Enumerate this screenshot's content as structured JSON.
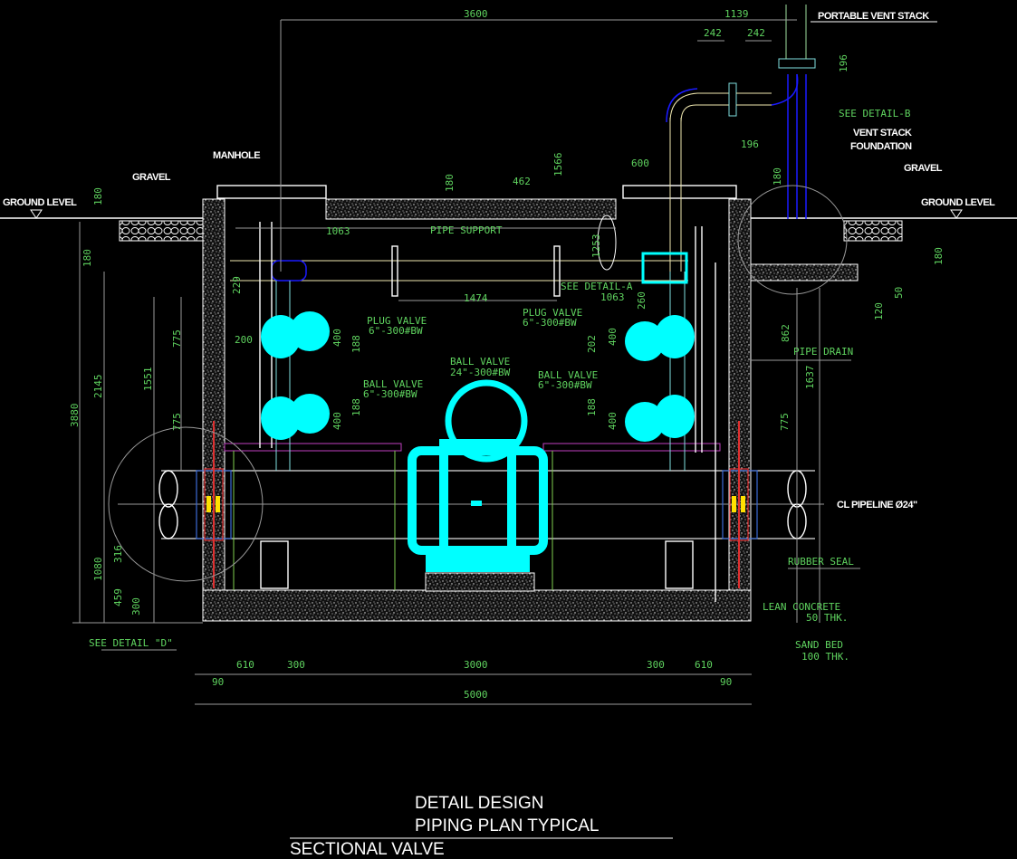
{
  "drawing": {
    "title_block": {
      "line1": "DETAIL DESIGN",
      "line2": "PIPING PLAN TYPICAL",
      "line3": "SECTIONAL VALVE"
    },
    "labels": {
      "portable_vent_stack": "PORTABLE VENT STACK",
      "manhole": "MANHOLE",
      "gravel_left": "GRAVEL",
      "gravel_right": "GRAVEL",
      "ground_level_left": "GROUND LEVEL",
      "ground_level_right": "GROUND LEVEL",
      "vent_stack_foundation_1": "VENT STACK",
      "vent_stack_foundation_2": "FOUNDATION",
      "see_detail_b": "SEE DETAIL-B",
      "see_detail_a": "SEE DETAIL-A",
      "see_detail_d": "SEE DETAIL \"D\"",
      "pipe_support": "PIPE SUPPORT",
      "pipe_drain": "PIPE DRAIN",
      "pipeline": "PIPELINE Ø24\"",
      "centerline": "CL",
      "rubber_seal": "RUBBER SEAL",
      "lean_concrete_1": "LEAN CONCRETE",
      "lean_concrete_2": "50 THK.",
      "sand_bed_1": "SAND BED",
      "sand_bed_2": "100 THK."
    },
    "valves": {
      "plug_left_1": "PLUG VALVE",
      "plug_left_2": "6\"-300#BW",
      "ball_left_1": "BALL VALVE",
      "ball_left_2": "6\"-300#BW",
      "ball_main_1": "BALL VALVE",
      "ball_main_2": "24\"-300#BW",
      "plug_right_1": "PLUG VALVE",
      "plug_right_2": "6\"-300#BW",
      "ball_right_1": "BALL VALVE",
      "ball_right_2": "6\"-300#BW"
    },
    "dimensions": {
      "top_3600": "3600",
      "top_1139": "1139",
      "vent_242a": "242",
      "vent_242b": "242",
      "vent_196v": "196",
      "vent_196h": "196",
      "d_600": "600",
      "d_1566": "1566",
      "d_462": "462",
      "d_180_top": "180",
      "d_180_gl_left": "180",
      "d_180_left": "180",
      "d_180_vent": "180",
      "d_180_right": "180",
      "d_1063_left": "1063",
      "d_1063_right": "1063",
      "d_1253": "1253",
      "d_1474": "1474",
      "d_229": "229",
      "d_260": "260",
      "d_200": "200",
      "d_400_a": "400",
      "d_400_b": "400",
      "d_400_c": "400",
      "d_400_d": "400",
      "d_188_a": "188",
      "d_188_b": "188",
      "d_188_c": "188",
      "d_202": "202",
      "d_775_a": "775",
      "d_775_b": "775",
      "d_775_c": "775",
      "d_1551": "1551",
      "d_2145": "2145",
      "d_3880": "3880",
      "d_1080": "1080",
      "d_316": "316",
      "d_459": "459",
      "d_300_v": "300",
      "d_862": "862",
      "d_1637": "1637",
      "d_120": "120",
      "d_50": "50",
      "b_610_l": "610",
      "b_300_l": "300",
      "b_3000": "3000",
      "b_300_r": "300",
      "b_610_r": "610",
      "b_90_l": "90",
      "b_90_r": "90",
      "b_5000": "5000"
    },
    "colors": {
      "background": "#000000",
      "dimension_text": "#5fd35f",
      "dimension_line": "#9a9a9a",
      "valve": "#00ffff",
      "pipe_blue": "#1a1aff",
      "seal_red": "#e03030",
      "bolt_yellow": "#ffe000",
      "support_magenta": "#c040c0"
    }
  }
}
